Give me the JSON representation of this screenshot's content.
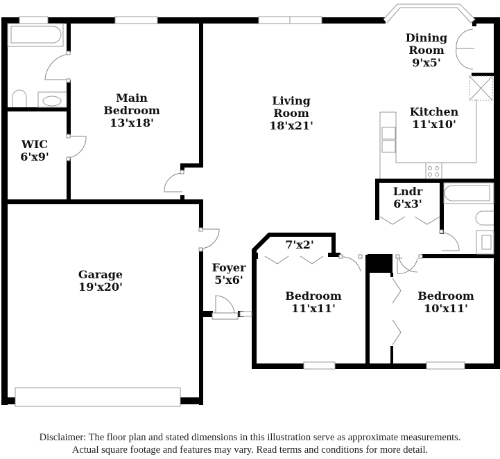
{
  "rooms": {
    "main_bedroom": {
      "name": "Main\nBedroom",
      "line1": "Main",
      "line2": "Bedroom",
      "dims": "13'x18'"
    },
    "wic": {
      "line1": "WIC",
      "dims": "6'x9'"
    },
    "living_room": {
      "line1": "Living",
      "line2": "Room",
      "dims": "18'x21'"
    },
    "dining_room": {
      "line1": "Dining",
      "line2": "Room",
      "dims": "9'x5'"
    },
    "kitchen": {
      "line1": "Kitchen",
      "dims": "11'x10'"
    },
    "laundry": {
      "line1": "Lndr",
      "dims": "6'x3'"
    },
    "garage": {
      "line1": "Garage",
      "dims": "19'x20'"
    },
    "foyer": {
      "line1": "Foyer",
      "dims": "5'x6'"
    },
    "closet": {
      "dims": "7'x2'"
    },
    "bedroom_2": {
      "line1": "Bedroom",
      "dims": "11'x11'"
    },
    "bedroom_3": {
      "line1": "Bedroom",
      "dims": "10'x11'"
    }
  },
  "disclaimer": {
    "line1": "Disclaimer: The floor plan and stated dimensions in this illustration serve as approximate measurements.",
    "line2": "Actual square footage and features may vary. Read terms and conditions for more detail."
  },
  "colors": {
    "wall": "#000000",
    "fixture": "#999999",
    "background": "#ffffff"
  }
}
